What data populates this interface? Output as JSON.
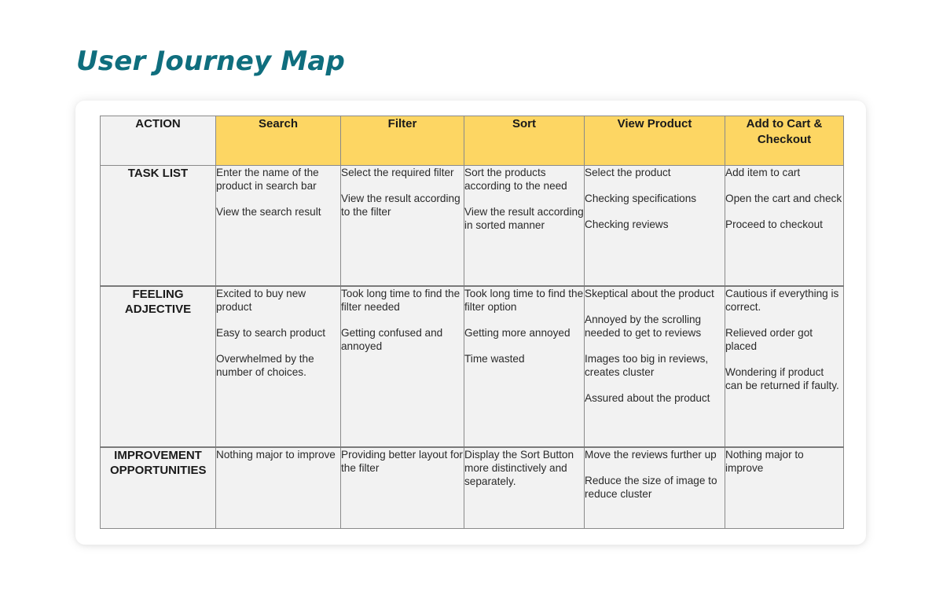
{
  "title": "User Journey Map",
  "table": {
    "corner_label": "ACTION",
    "stages": [
      "Search",
      "Filter",
      "Sort",
      "View Product",
      "Add to Cart & Checkout"
    ],
    "rows": [
      {
        "label": "TASK LIST",
        "cells": [
          [
            "Enter the name of the product in search bar",
            "View the search result"
          ],
          [
            "Select the required filter",
            "View the result according to the filter"
          ],
          [
            "Sort the products according to the need",
            "View the result according in sorted manner"
          ],
          [
            "Select the product",
            "Checking specifications",
            "Checking reviews"
          ],
          [
            "Add item to cart",
            "Open the cart and check",
            "Proceed to checkout"
          ]
        ]
      },
      {
        "label": "FEELING ADJECTIVE",
        "cells": [
          [
            "Excited to buy new product",
            "Easy to search product",
            "Overwhelmed by the number of choices."
          ],
          [
            "Took long time to find the filter needed",
            "Getting confused and annoyed"
          ],
          [
            "Took long time to find the filter option",
            "Getting more annoyed",
            "Time wasted"
          ],
          [
            "Skeptical about the product",
            "Annoyed by the scrolling needed to get to reviews",
            "Images too big in reviews, creates cluster",
            "Assured about the product"
          ],
          [
            "Cautious if everything is correct.",
            "Relieved order got placed",
            "Wondering if product can be returned if faulty."
          ]
        ]
      },
      {
        "label": "IMPROVEMENT OPPORTUNITIES",
        "cells": [
          [
            "Nothing major to improve"
          ],
          [
            "Providing better layout for the filter"
          ],
          [
            "Display the Sort Button more distinctively and separately."
          ],
          [
            "Move the reviews further up",
            "Reduce the size of image to reduce cluster"
          ],
          [
            "Nothing major to improve"
          ]
        ]
      }
    ]
  },
  "colors": {
    "title": "#0f6e7e",
    "stage_header": "#fdd663",
    "cell_background": "#f2f2f2"
  }
}
